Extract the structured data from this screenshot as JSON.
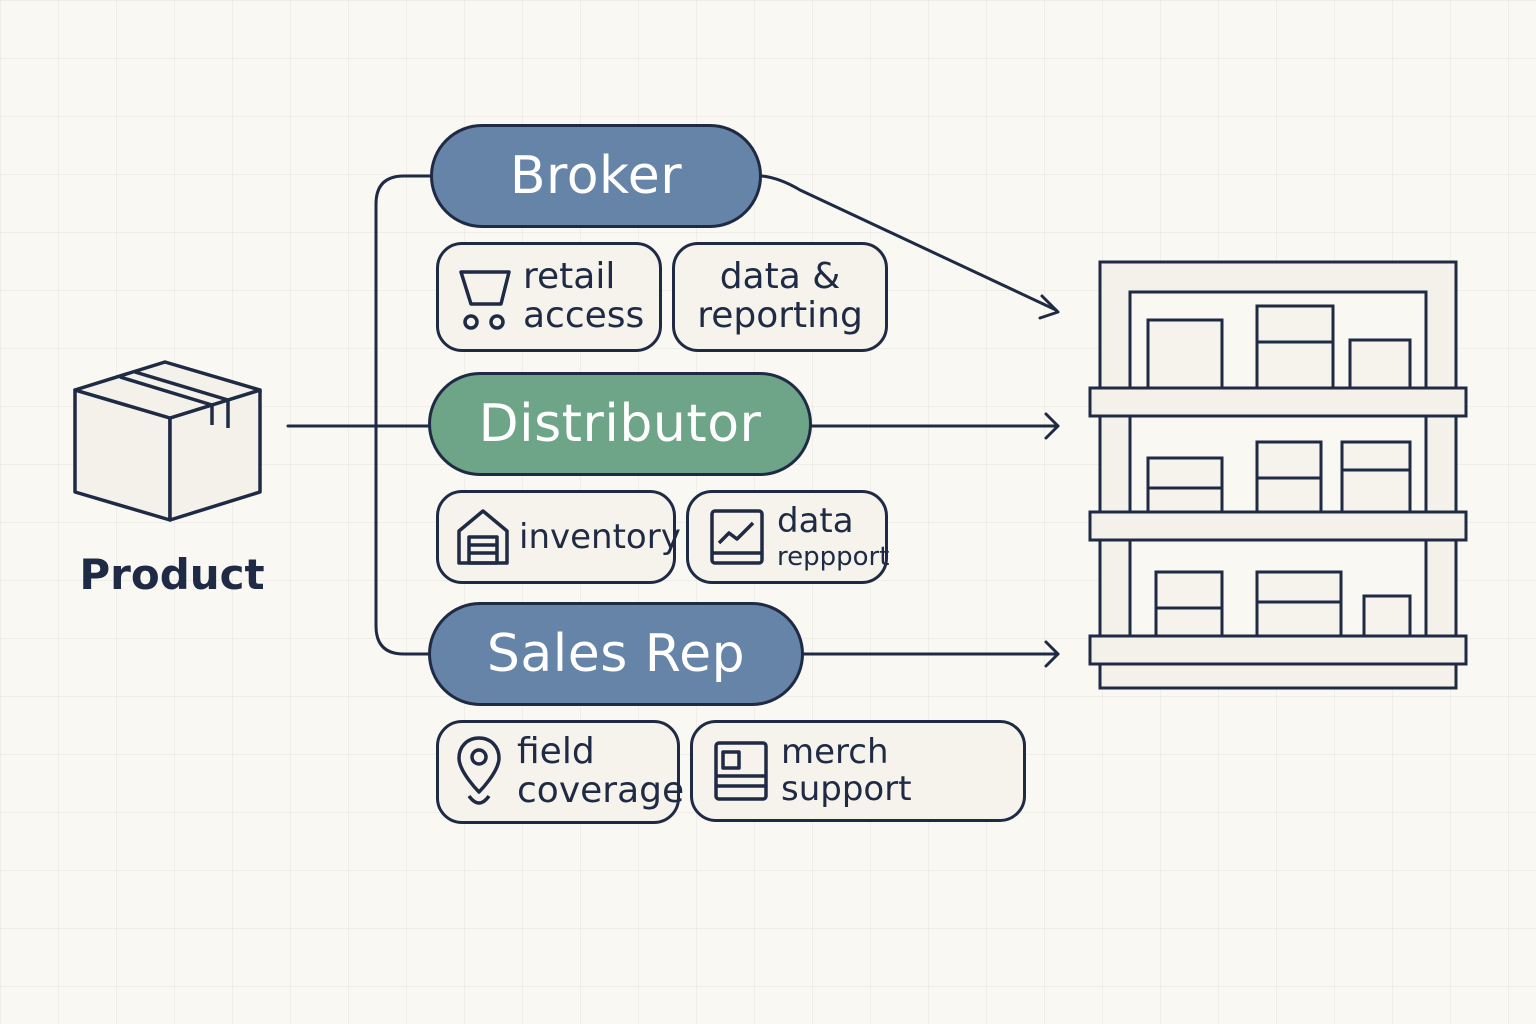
{
  "product": {
    "label": "Product",
    "icon": "box-icon"
  },
  "channels": [
    {
      "label": "Broker",
      "color": "#6684a8",
      "features": [
        {
          "icon": "shopping-cart-icon",
          "lines": [
            "retail",
            "access"
          ]
        },
        {
          "icon": "",
          "lines": [
            "data &",
            "reporting"
          ]
        }
      ]
    },
    {
      "label": "Distributor",
      "color": "#6ea487",
      "features": [
        {
          "icon": "warehouse-icon",
          "lines": [
            "inventory"
          ]
        },
        {
          "icon": "chart-icon",
          "lines": [
            "data",
            "reppport"
          ]
        }
      ]
    },
    {
      "label": "Sales Rep",
      "color": "#6684a8",
      "features": [
        {
          "icon": "location-pin-icon",
          "lines": [
            "field",
            "coverage"
          ]
        },
        {
          "icon": "merch-display-icon",
          "lines": [
            "merch support"
          ]
        }
      ]
    }
  ],
  "destination": {
    "icon": "store-shelf-icon"
  },
  "colors": {
    "ink": "#1f2a44",
    "background": "#faf8f3",
    "chip_fill": "#f6f3ec"
  }
}
